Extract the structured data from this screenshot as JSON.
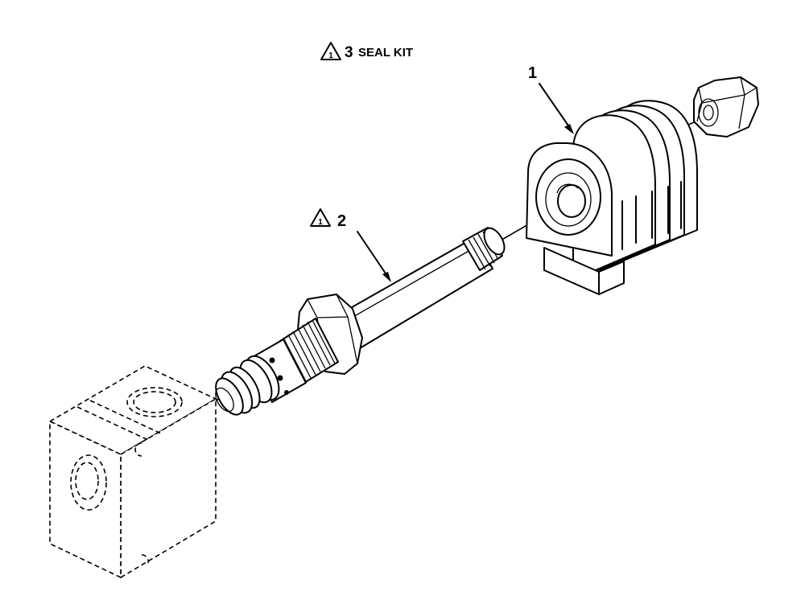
{
  "callouts": {
    "title_number": "3",
    "title_text": "SEAL KIT",
    "title_flag": "1",
    "item1": "1",
    "item2": "2",
    "item2_flag": "1"
  }
}
